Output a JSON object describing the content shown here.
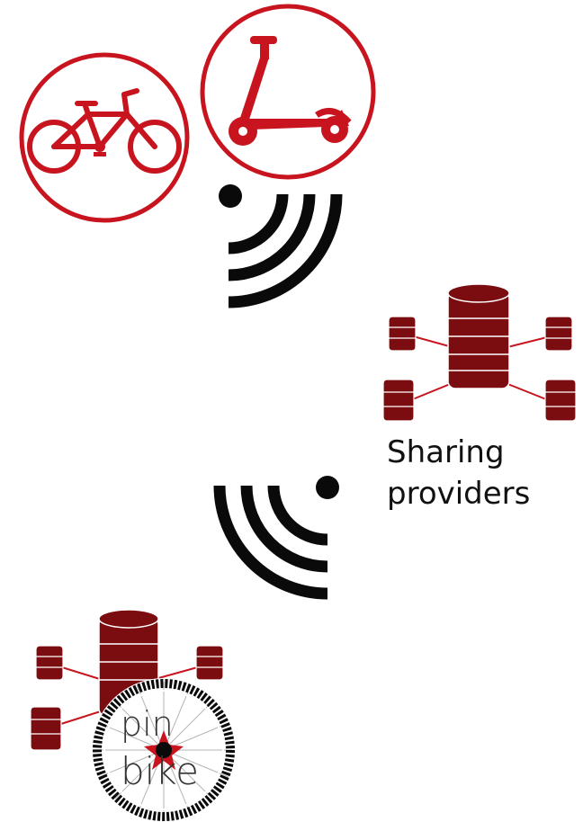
{
  "labels": {
    "sharing_providers_line1": "Sharing",
    "sharing_providers_line2": "providers"
  },
  "logo": {
    "text_top": "pin",
    "text_bottom": "bike"
  },
  "icons": {
    "bicycle": "bicycle-icon",
    "scooter": "scooter-icon",
    "signal_top": "wireless-signal-icon",
    "signal_bottom": "wireless-signal-icon",
    "database_provider": "database-network-icon",
    "database_pinbike": "database-network-icon",
    "logo": "pinbike-wheel-logo"
  },
  "colors": {
    "accent_red": "#c8141e",
    "database_dark_red": "#7b0d10",
    "signal_black": "#0a0a0a"
  }
}
